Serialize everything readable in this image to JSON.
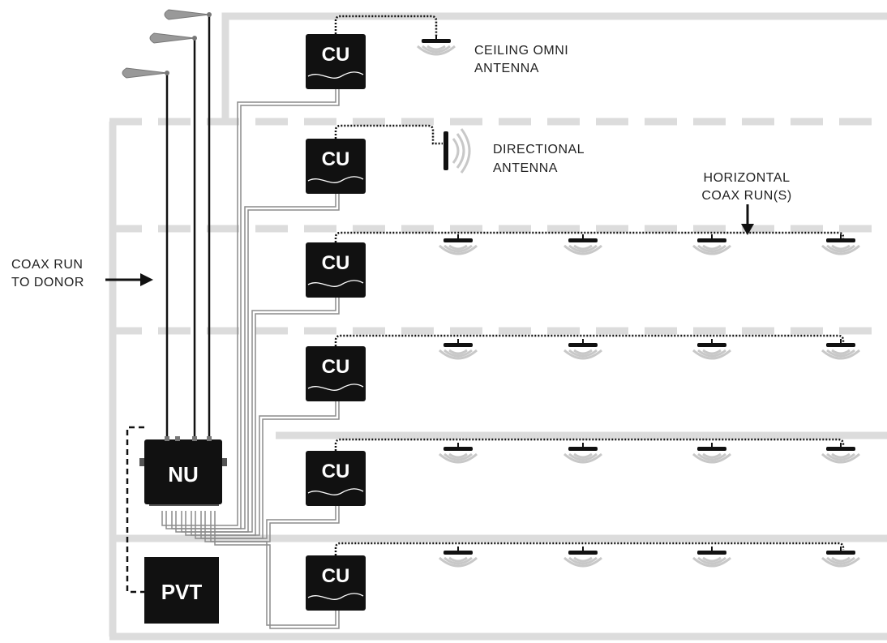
{
  "colors": {
    "floor": "#dcdcdc",
    "device": "#111111",
    "cable": "#111111",
    "wave": "#c8c8c8",
    "outline": "#9a9a9a"
  },
  "units": {
    "cu": "CU",
    "nu": "NU",
    "pvt": "PVT"
  },
  "labels": {
    "ceiling_omni_line1": "CEILING OMNI",
    "ceiling_omni_line2": "ANTENNA",
    "directional_line1": "DIRECTIONAL",
    "directional_line2": "ANTENNA",
    "horizontal_line1": "HORIZONTAL",
    "horizontal_line2": "COAX RUN(S)",
    "coax_donor_line1": "COAX RUN",
    "coax_donor_line2": "TO DONOR"
  },
  "icons": {
    "donor_antenna": "yagi-antenna-icon",
    "ceiling_antenna": "ceiling-omni-antenna-icon",
    "directional_antenna": "directional-antenna-icon",
    "arrow": "arrow-icon"
  }
}
